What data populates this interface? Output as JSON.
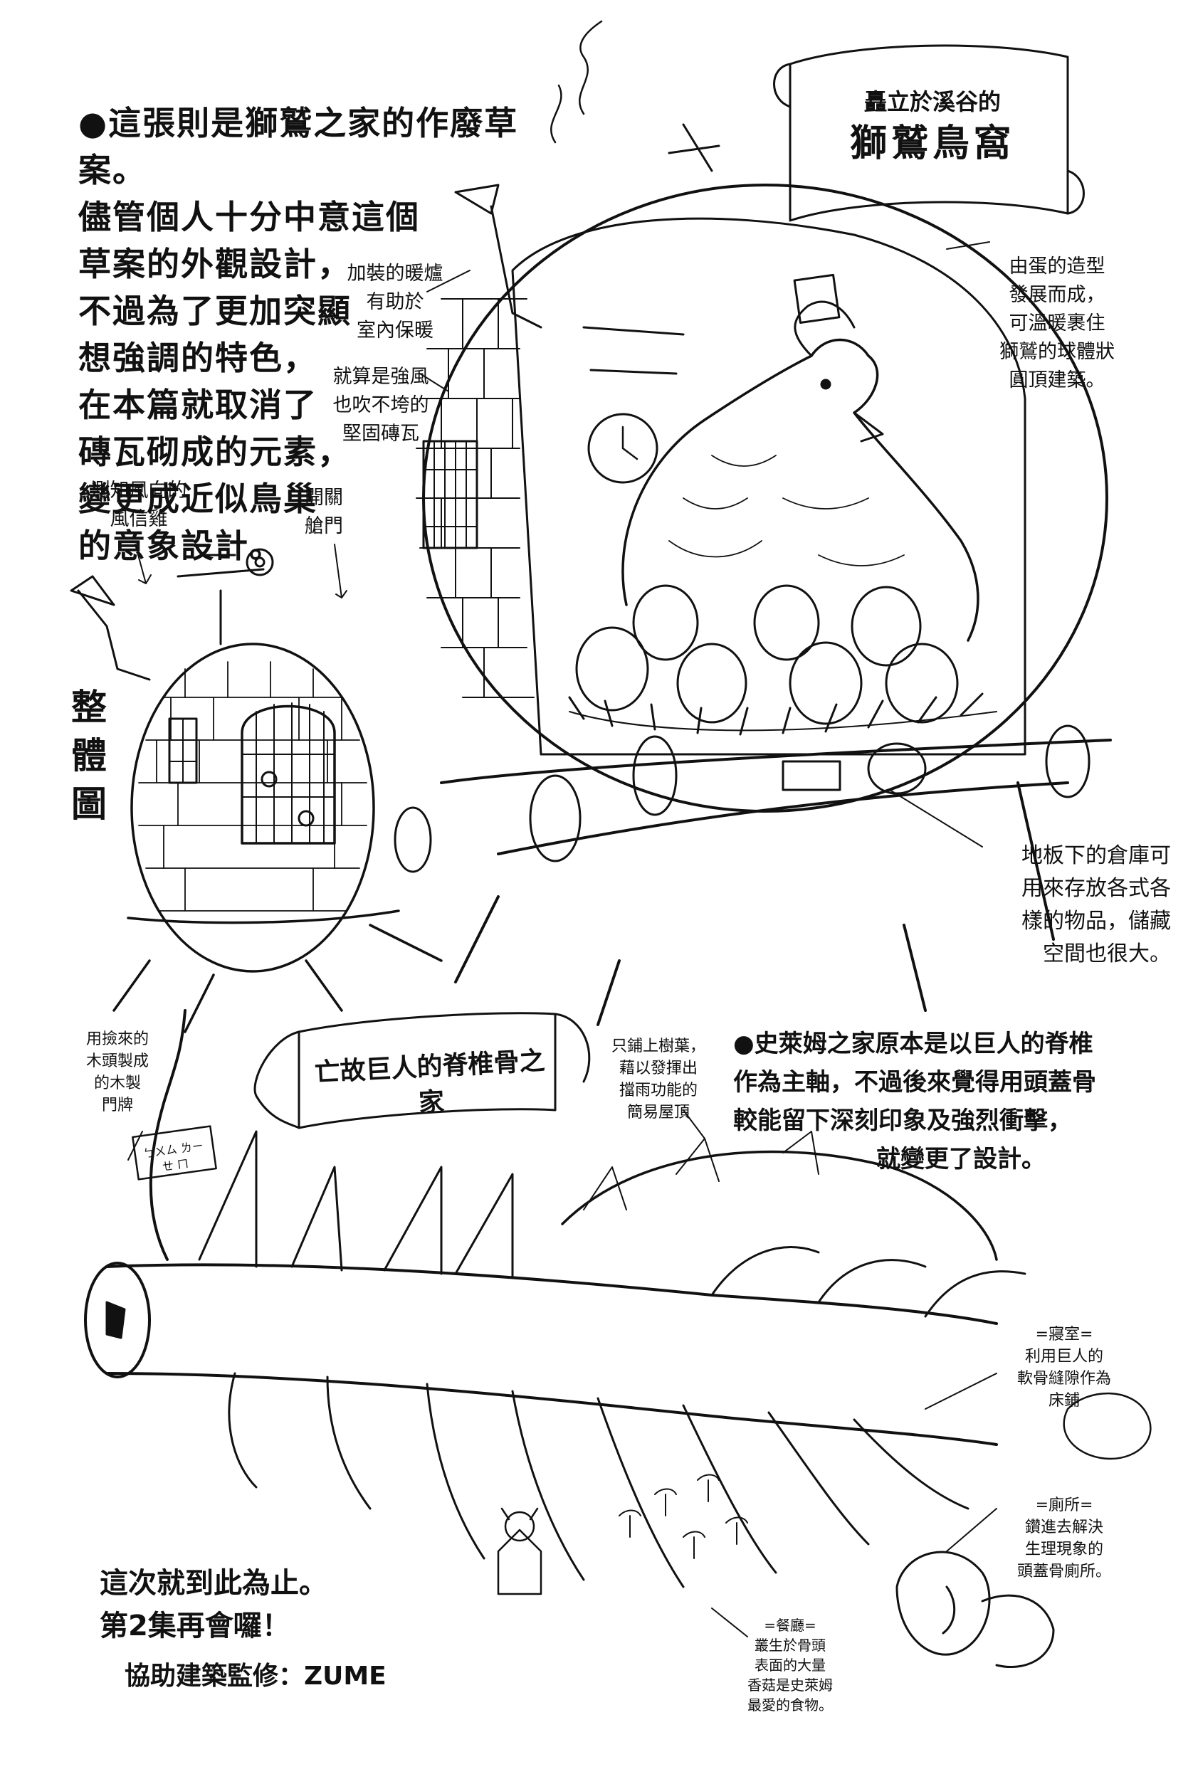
{
  "page": {
    "colors": {
      "ink": "#111111",
      "paper": "#ffffff",
      "shade": "#cfcfcf"
    }
  },
  "intro_note": {
    "lines": [
      "●這張則是獅鷲之家的作廢草案。",
      "儘管個人十分中意這個",
      "草案的外觀設計，",
      "不過為了更加突顯",
      "想強調的特色，",
      "在本篇就取消了",
      "磚瓦砌成的元素，",
      "變更成近似鳥巢",
      "的意象設計。"
    ]
  },
  "griffin_banner": {
    "small": "矗立於溪谷的",
    "large": "獅鷲鳥窩"
  },
  "griffin_labels": {
    "heater": [
      "加裝的暖爐",
      "有助於",
      "室內保暖"
    ],
    "bricks": [
      "就算是強風",
      "也吹不垮的",
      "堅固磚瓦"
    ],
    "egg_shape": [
      "由蛋的造型",
      "發展而成，",
      "可溫暖裹住",
      "獅鷲的球體狀",
      "圓頂建築。"
    ],
    "weathercock": [
      "測知風向的",
      "風信雞"
    ],
    "hatch": [
      "開關",
      "艙門"
    ],
    "overview": [
      "整",
      "體",
      "圖"
    ],
    "storage": [
      "地板下的倉庫可",
      "用來存放各式各",
      "樣的物品，儲藏",
      "空間也很大。"
    ]
  },
  "spine_banner": {
    "title": "亡故巨人的脊椎骨之家"
  },
  "spine_labels": {
    "doorplate": [
      "用撿來的",
      "木頭製成",
      "的木製",
      "門牌"
    ],
    "roof": [
      "只鋪上樹葉，",
      "藉以發揮出",
      "擋雨功能的",
      "簡易屋頂"
    ],
    "slime_note": [
      "●史萊姆之家原本是以巨人的脊椎",
      "作為主軸，不過後來覺得用頭蓋骨",
      "較能留下深刻印象及強烈衝擊，",
      "就變更了設計。"
    ],
    "bedroom": [
      "=寢室=",
      "利用巨人的",
      "軟骨縫隙作為",
      "床鋪"
    ],
    "toilet": [
      "=廁所=",
      "鑽進去解決",
      "生理現象的",
      "頭蓋骨廁所。"
    ],
    "dining": [
      "=餐廳=",
      "叢生於骨頭",
      "表面的大量",
      "香菇是史萊姆",
      "最愛的食物。"
    ]
  },
  "closing": {
    "lines": [
      "這次就到此為止。",
      "第2集再會囉！"
    ],
    "credit": "協助建築監修：ZUME"
  },
  "doorplate_sign": {
    "text": "ㄅㄨㄙ ㄌㄧㄝ ㄇ"
  }
}
